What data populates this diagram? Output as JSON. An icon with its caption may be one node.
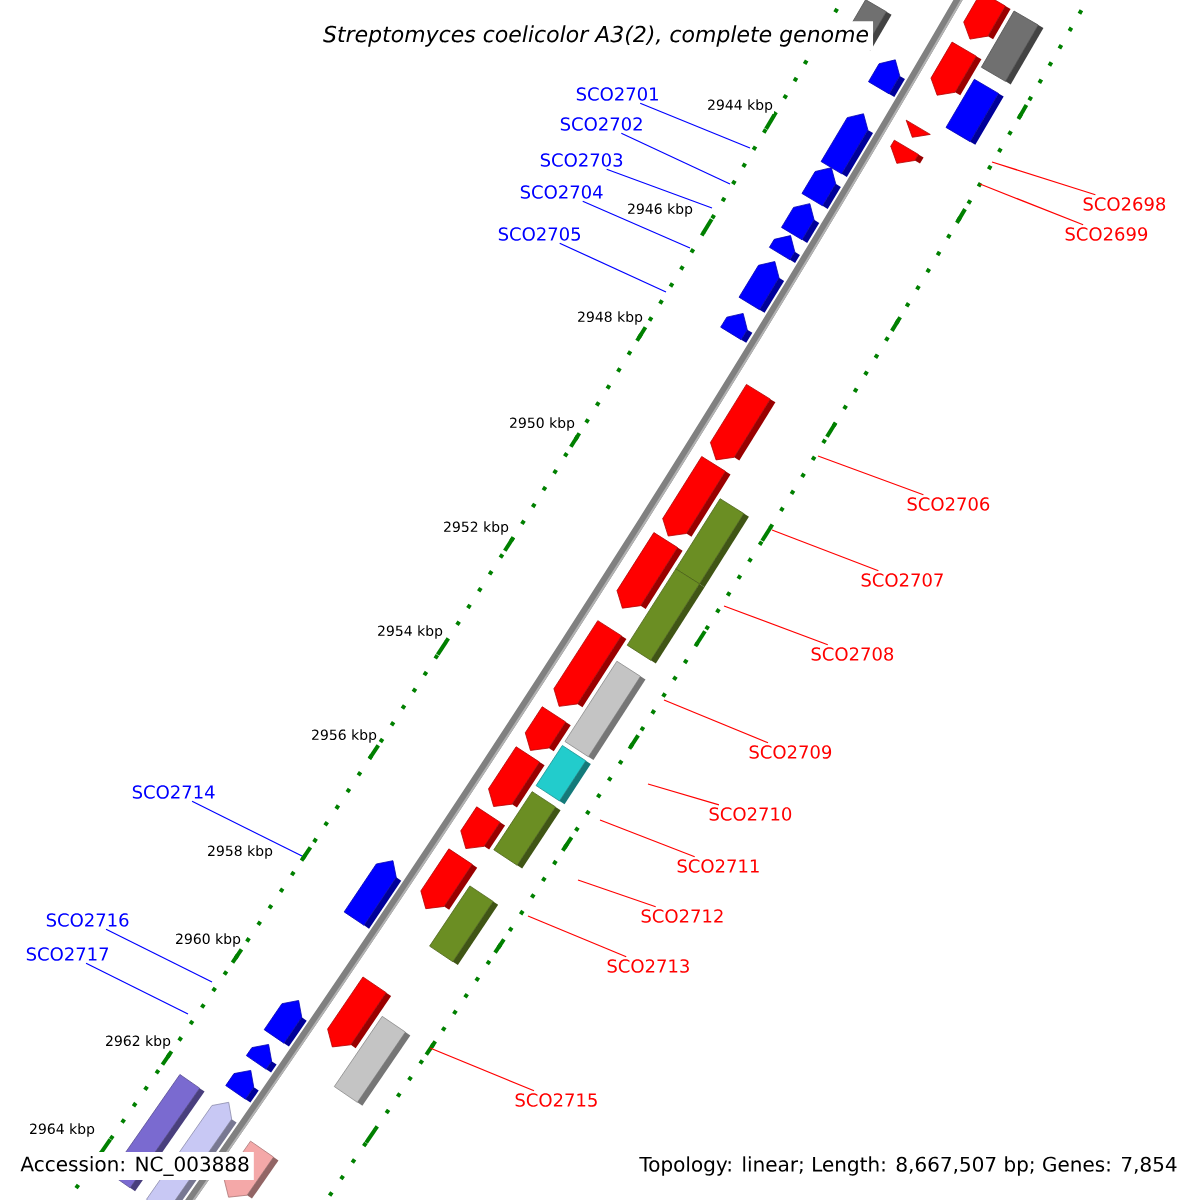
{
  "diagram": {
    "title": "Streptomyces coelicolor A3(2), complete genome",
    "nodes": [
      {
        "text": [
          "SCO2701"
        ]
      },
      {
        "text": [
          "SCO2702"
        ]
      },
      {
        "text": [
          "SCO2703"
        ]
      },
      {
        "text": [
          "SCO2704"
        ]
      },
      {
        "text": [
          "SCO2705"
        ]
      },
      {
        "text": [
          "SCO2714"
        ]
      },
      {
        "text": [
          "SCO2716"
        ]
      },
      {
        "text": [
          "SCO2717"
        ]
      },
      {
        "text": [
          "SCO2698"
        ]
      },
      {
        "text": [
          "SCO2699"
        ]
      },
      {
        "text": [
          "SCO2706"
        ]
      },
      {
        "text": [
          "SCO2707"
        ]
      },
      {
        "text": [
          "SCO2708"
        ]
      },
      {
        "text": [
          "SCO2709"
        ]
      },
      {
        "text": [
          "SCO2710"
        ]
      },
      {
        "text": [
          "SCO2711"
        ]
      },
      {
        "text": [
          "SCO2712"
        ]
      },
      {
        "text": [
          "SCO2713"
        ]
      },
      {
        "text": [
          "SCO2715"
        ]
      }
    ],
    "edges": [
      {
        "from": 0,
        "to": null,
        "arrow": "none",
        "color": "#0000ff"
      },
      {
        "from": 1,
        "to": null,
        "arrow": "none",
        "color": "#0000ff"
      },
      {
        "from": 2,
        "to": null,
        "arrow": "none",
        "color": "#0000ff"
      },
      {
        "from": 3,
        "to": null,
        "arrow": "none",
        "color": "#0000ff"
      },
      {
        "from": 4,
        "to": null,
        "arrow": "none",
        "color": "#0000ff"
      },
      {
        "from": 5,
        "to": null,
        "arrow": "none",
        "color": "#0000ff"
      },
      {
        "from": 6,
        "to": null,
        "arrow": "none",
        "color": "#0000ff"
      },
      {
        "from": 7,
        "to": null,
        "arrow": "none",
        "color": "#0000ff"
      },
      {
        "from": 8,
        "to": null,
        "arrow": "none"
      },
      {
        "from": 9,
        "to": null,
        "arrow": "none"
      },
      {
        "from": 10,
        "to": null,
        "arrow": "none"
      },
      {
        "from": 11,
        "to": null,
        "arrow": "none"
      },
      {
        "from": 12,
        "to": null,
        "arrow": "none"
      },
      {
        "from": 13,
        "to": null,
        "arrow": "none"
      },
      {
        "from": 14,
        "to": null,
        "arrow": "none"
      },
      {
        "from": 15,
        "to": null,
        "arrow": "none"
      },
      {
        "from": 16,
        "to": null,
        "arrow": "none"
      },
      {
        "from": 17,
        "to": null,
        "arrow": "none"
      },
      {
        "from": 18,
        "to": null,
        "arrow": "none"
      }
    ],
    "labels": [
      "2944 kbp",
      "2946 kbp",
      "2948 kbp",
      "2950 kbp",
      "2952 kbp",
      "2954 kbp",
      "2956 kbp",
      "2958 kbp",
      "2960 kbp",
      "2962 kbp",
      "2964 kbp",
      "Accession: NC_003888",
      "Topology: linear; Length: 8,667,507 bp; Genes: 7,854"
    ]
  }
}
